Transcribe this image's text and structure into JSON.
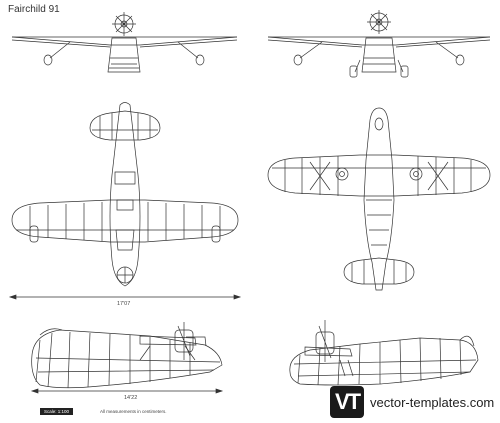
{
  "title": "Fairchild 91",
  "dimensions": {
    "wingspan": "17'07",
    "length": "14'22"
  },
  "scale_label": "Scale: 1:100",
  "note": "All measurements in centimeters.",
  "watermark": {
    "logo_text": "VT",
    "site": "vector-templates.com"
  }
}
